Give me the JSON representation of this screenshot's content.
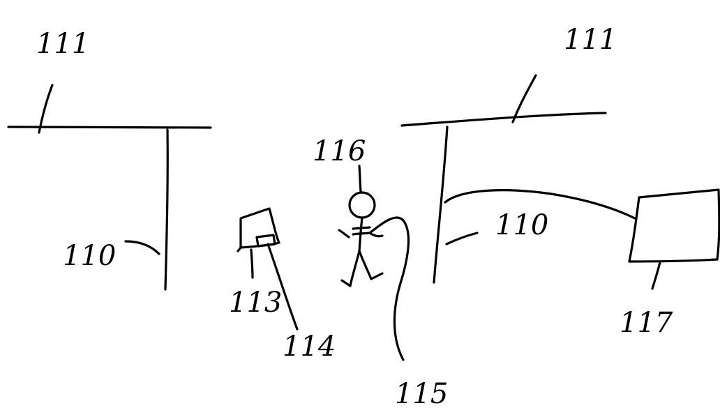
{
  "diagram": {
    "labels": {
      "left_overhead": "111",
      "right_overhead": "111",
      "left_post": "110",
      "right_post": "110",
      "person": "116",
      "tether": "115",
      "small_device": "113",
      "small_device_part": "114",
      "large_unit": "117"
    },
    "ink_color": "#000000",
    "background_color": "#ffffff"
  }
}
